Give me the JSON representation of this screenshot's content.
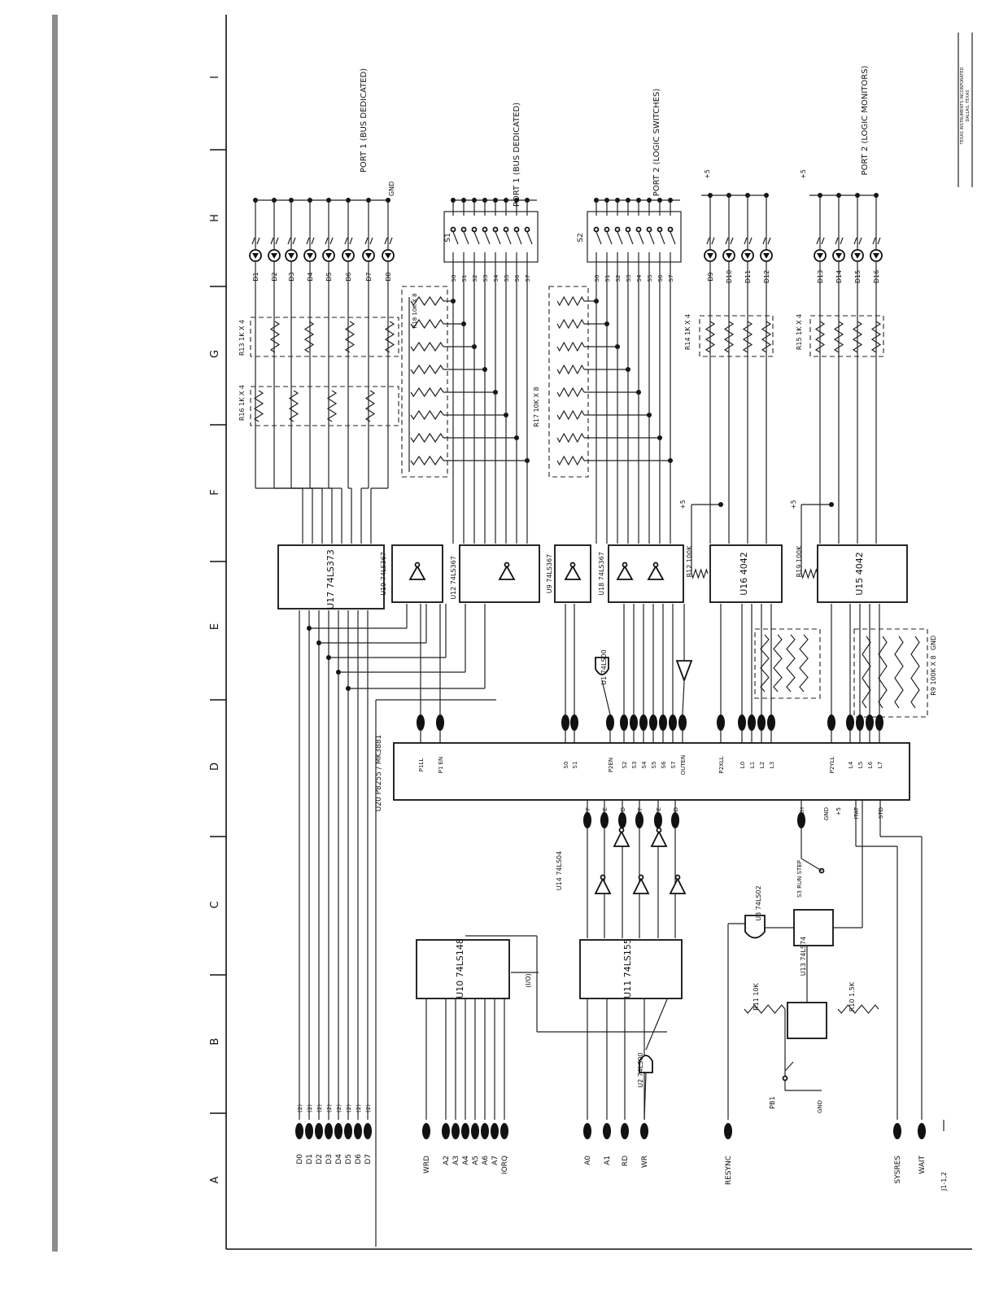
{
  "title_block": {
    "line1": "TEXAS INSTRUMENTS INCORPORATED",
    "line2": "DALLAS, TEXAS"
  },
  "grid_letters": [
    "A",
    "B",
    "C",
    "D",
    "E",
    "F",
    "G",
    "H",
    "I"
  ],
  "ports": {
    "port1_leds": "PORT 1 (BUS DEDICATED)",
    "port1_switches": "PORT 1 (BUS DEDICATED)",
    "port2_switches": "PORT 2 (LOGIC SWITCHES)",
    "port2_monitors": "PORT 2 (LOGIC MONITORS)"
  },
  "connector_labels": {
    "data": [
      "D0",
      "D1",
      "D2",
      "D3",
      "D4",
      "D5",
      "D6",
      "D7"
    ],
    "address": [
      "WRD",
      "A2",
      "A3",
      "A4",
      "A5",
      "A6",
      "A7",
      "IORQ"
    ],
    "control": [
      "A0",
      "A1",
      "RD",
      "WR"
    ],
    "reset": "RESYNC",
    "sysres": "SYSRES",
    "wait": "WAIT",
    "jumper": "J1-1,2"
  },
  "chips": {
    "u17": "U17 74LS373",
    "u19": "U19 74LS367",
    "u12": "U12 74LS367",
    "u9": "U9 74LS367",
    "u18": "U18 74LS367",
    "u16": "U16 4042",
    "u15": "U15 4042",
    "u20": "U20 P8255 / MK3881",
    "u10": "U10 74LS148",
    "u11": "U11 74LS155",
    "u14": "U14 74LS04",
    "u13": "U13 74LS74",
    "u3": "U3 74LS02",
    "u2": "U2 74LS00",
    "u1": "U1 74LS00"
  },
  "resistors": {
    "r16": "R16 1K X 4",
    "r13": "R13 1K X 4",
    "r18": "R18 10K X 8",
    "r17": "R17 10K X 8",
    "r14": "R14 1K X 4",
    "r15": "R15 1K X 4",
    "r12": "R12 100K",
    "r19": "R19 100K",
    "r9": "R9 100K X 8",
    "r11": "R11 10K",
    "r10": "R10 1.5K"
  },
  "switches": {
    "s1": "S1",
    "s2": "S2",
    "pb1": "PB1",
    "s3": "S3 RUN STEP"
  },
  "leds_port1": [
    "D1",
    "D2",
    "D3",
    "D4",
    "D5",
    "D6",
    "D7",
    "D8"
  ],
  "leds_port2": [
    "D9",
    "D10",
    "D11",
    "D12"
  ],
  "leds_port2b": [
    "D13",
    "D14",
    "D15",
    "D16"
  ],
  "switch_signals": [
    "S0",
    "S1",
    "S2",
    "S3",
    "S4",
    "S5",
    "S6",
    "S7"
  ],
  "u20_pins": {
    "top": [
      "P1LL",
      "P1 EN",
      "S0",
      "S1",
      "P2EN",
      "S2",
      "S3",
      "S4",
      "S5",
      "S6",
      "S7",
      "OUTEN",
      "P2XLL",
      "L0",
      "L1",
      "L2",
      "L3",
      "P2YLL",
      "L4",
      "L5",
      "L6",
      "L7"
    ],
    "bottom": [
      "INFF",
      "NFE",
      "NFD",
      "OUTF",
      "OUTFE",
      "OUTFD",
      "LATCH",
      "GND",
      "+5",
      "ITAT",
      "STD"
    ]
  },
  "power": {
    "vcc": "+5",
    "gnd": "GND"
  }
}
